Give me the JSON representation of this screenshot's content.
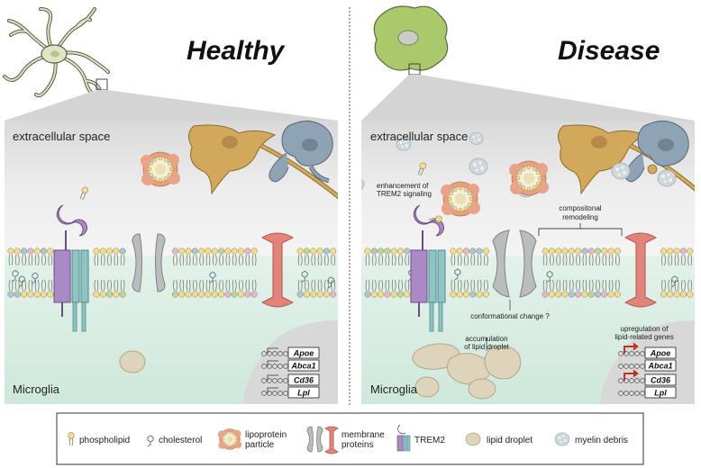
{
  "panels": {
    "healthy": {
      "title": "Healthy",
      "space_label": "extracellular space",
      "cell_label": "Microglia",
      "genes": [
        "Apoe",
        "Abca1",
        "Cd36",
        "Lpl"
      ]
    },
    "disease": {
      "title": "Disease",
      "space_label": "extracellular space",
      "cell_label": "Microglia",
      "genes": [
        "Apoe",
        "Abca1",
        "Cd36",
        "Lpl"
      ],
      "annotations": {
        "trem2_line1": "enhancement of",
        "trem2_line2": "TREM2 signaling",
        "remodel_line1": "compositonal",
        "remodel_line2": "remodeling",
        "conformational": "conformational change ?",
        "droplet_line1": "accumulation",
        "droplet_line2": "of lipid droplet",
        "upreg_line1": "upregulation of",
        "upreg_line2": "lipid-related genes"
      }
    }
  },
  "legend": {
    "phospholipid": "phospholipid",
    "cholesterol": "cholesterol",
    "lipoprotein_line1": "lipoprotein",
    "lipoprotein_line2": "particle",
    "membrane_line1": "membrane",
    "membrane_line2": "proteins",
    "trem2": "TREM2",
    "lipid_droplet": "lipid droplet",
    "myelin_debris": "myelin debris"
  },
  "colors": {
    "extracellular_bg": "#ececec",
    "intracellular_bg": "#dcefe6",
    "microglia_healthy": "#dfe5c4",
    "microglia_disease": "#a9c96a",
    "trem2_purple": "#a98ac4",
    "dap12_teal": "#8fc4c4",
    "membrane_protein_red": "#e2847a",
    "channel_gray": "#b9bdbe",
    "neuron_gold": "#d2a95a",
    "oligodendrocyte_blue": "#8ea3b4",
    "lipid_droplet": "#ddd4bb",
    "arrow_red": "#b9361f"
  }
}
